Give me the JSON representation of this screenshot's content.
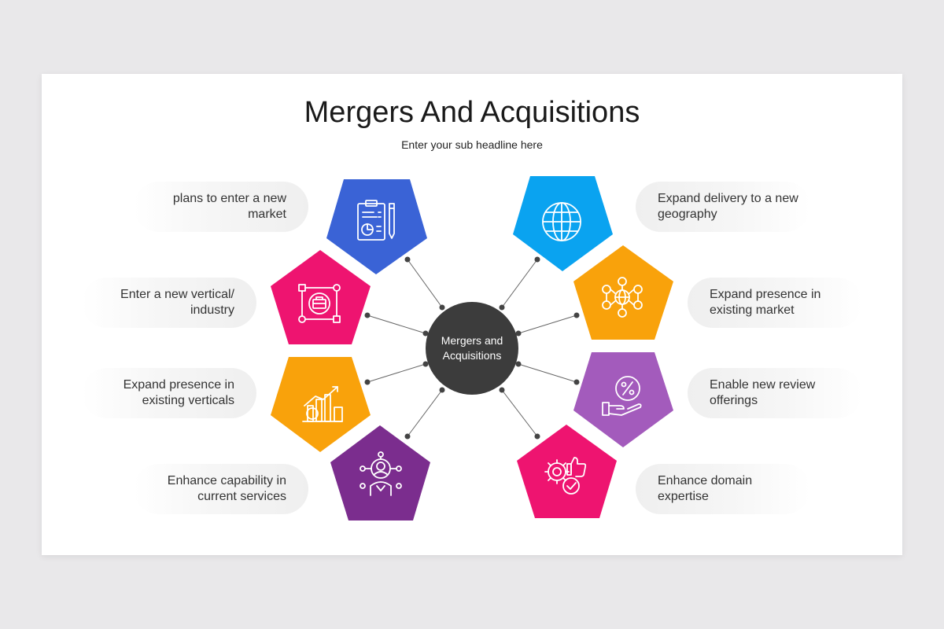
{
  "title": "Mergers And Acquisitions",
  "subtitle": "Enter your sub headline here",
  "hub": {
    "line1": "Mergers and",
    "line2": "Acquisitions",
    "color": "#3c3c3c"
  },
  "items": [
    {
      "line1": "plans to enter a new",
      "line2": "market",
      "color": "#3a63d6",
      "icon": "clipboard-chart-icon"
    },
    {
      "line1": "Enter a new vertical/",
      "line2": "industry",
      "color": "#ee1470",
      "icon": "briefcase-process-icon"
    },
    {
      "line1": "Expand presence in",
      "line2": "existing verticals",
      "color": "#f9a20b",
      "icon": "growth-chart-icon"
    },
    {
      "line1": "Enhance capability in",
      "line2": "current services",
      "color": "#7b2d8e",
      "icon": "team-network-icon"
    },
    {
      "line1": "Expand delivery to a new",
      "line2": "geography",
      "color": "#0aa3f0",
      "icon": "globe-icon"
    },
    {
      "line1": "Expand presence in",
      "line2": "existing market",
      "color": "#f9a20b",
      "icon": "currency-network-icon"
    },
    {
      "line1": "Enable new review",
      "line2": "offerings",
      "color": "#a35bbc",
      "icon": "percent-hand-icon"
    },
    {
      "line1": "Enhance domain",
      "line2": "expertise",
      "color": "#ee1470",
      "icon": "gear-thumbs-up-icon"
    }
  ]
}
